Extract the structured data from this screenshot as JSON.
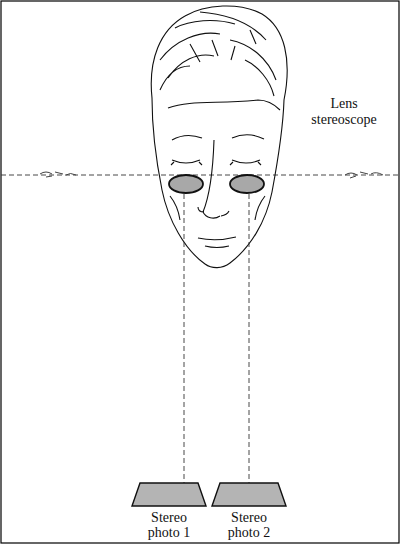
{
  "diagram": {
    "nodes": [
      {
        "text": [
          "Stereo photo 1"
        ]
      },
      {
        "text": [
          "Stereo photo 2"
        ]
      }
    ],
    "labels": [
      "Lens stereoscope"
    ]
  }
}
